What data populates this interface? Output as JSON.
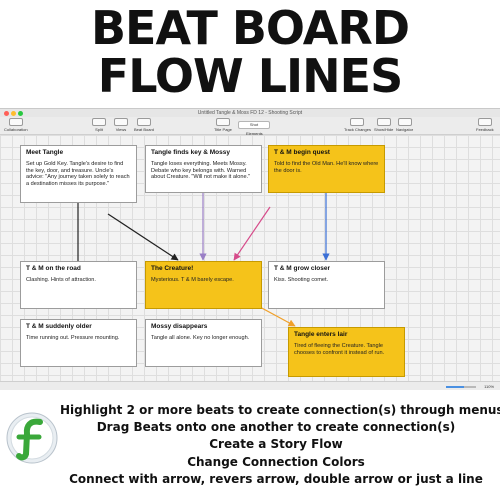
{
  "headline": {
    "line1": "BEAT BOARD",
    "line2": "FLOW LINES"
  },
  "window": {
    "title": "Untitled Tangle & Moss FD 12 - Shooting Script",
    "toolbar": {
      "collaboration": "Collaboration",
      "split": "Split",
      "views": "Views",
      "beat_board": "Beat Board",
      "title_page": "Title Page",
      "elements": "Elements",
      "element_value": "Shot",
      "track_changes": "Track Changes",
      "show_hide": "Show/Hide",
      "navigator": "Navigator",
      "feedback": "Feedback"
    },
    "zoom": {
      "label": "110%",
      "level": 0.6
    }
  },
  "beats": [
    {
      "title": "Meet Tangle",
      "body": "Set up Gold Key. Tangle's desire to find the key, door, and treasure. Uncle's advice: \"Any journey taken solely to reach a destination misses its purpose.\"",
      "color": "white"
    },
    {
      "title": "Tangle finds key & Mossy",
      "body": "Tangle loses everything. Meets Mossy. Debate who key belongs with. Warned about Creature. \"Will not make it alone.\"",
      "color": "white"
    },
    {
      "title": "T & M begin quest",
      "body": "Told to find the Old Man. He'll know where the door is.",
      "color": "yellow"
    },
    {
      "title": "T & M on the road",
      "body": "Clashing. Hints of attraction.",
      "color": "white"
    },
    {
      "title": "The Creature!",
      "body": "Mysterious. T & M barely escape.",
      "color": "yellow"
    },
    {
      "title": "T & M grow closer",
      "body": "Kiss. Shooting comet.",
      "color": "white"
    },
    {
      "title": "T & M suddenly older",
      "body": "Time running out. Pressure mounting.",
      "color": "white"
    },
    {
      "title": "Mossy disappears",
      "body": "Tangle all alone. Key no longer enough.",
      "color": "white"
    },
    {
      "title": "Tangle enters lair",
      "body": "Tired of fleeing the Creature. Tangle chooses to confront it instead of run.",
      "color": "yellow"
    }
  ],
  "connections": [
    {
      "from": "T & M on the road",
      "to": "Meet Tangle",
      "color": "#222222"
    },
    {
      "from": "Meet Tangle",
      "to": "The Creature!",
      "color": "#222222"
    },
    {
      "from": "Tangle finds key & Mossy",
      "to": "The Creature!",
      "color": "#9a7fc6"
    },
    {
      "from": "T & M begin quest",
      "to": "The Creature!",
      "color": "#d64b8a"
    },
    {
      "from": "T & M begin quest",
      "to": "T & M grow closer",
      "color": "#3b6fd6"
    },
    {
      "from": "The Creature!",
      "to": "Tangle enters lair",
      "color": "#f0a02a"
    }
  ],
  "features": [
    "Highlight 2 or more beats to create connection(s) through menus",
    "Drag Beats onto one another to create connection(s)",
    "Create a Story Flow",
    "Change Connection Colors",
    "Connect with arrow, revers arrow, double arrow or just a line"
  ],
  "colors": {
    "beat_yellow": "#f5c31a",
    "logo_green": "#3aa83a"
  }
}
